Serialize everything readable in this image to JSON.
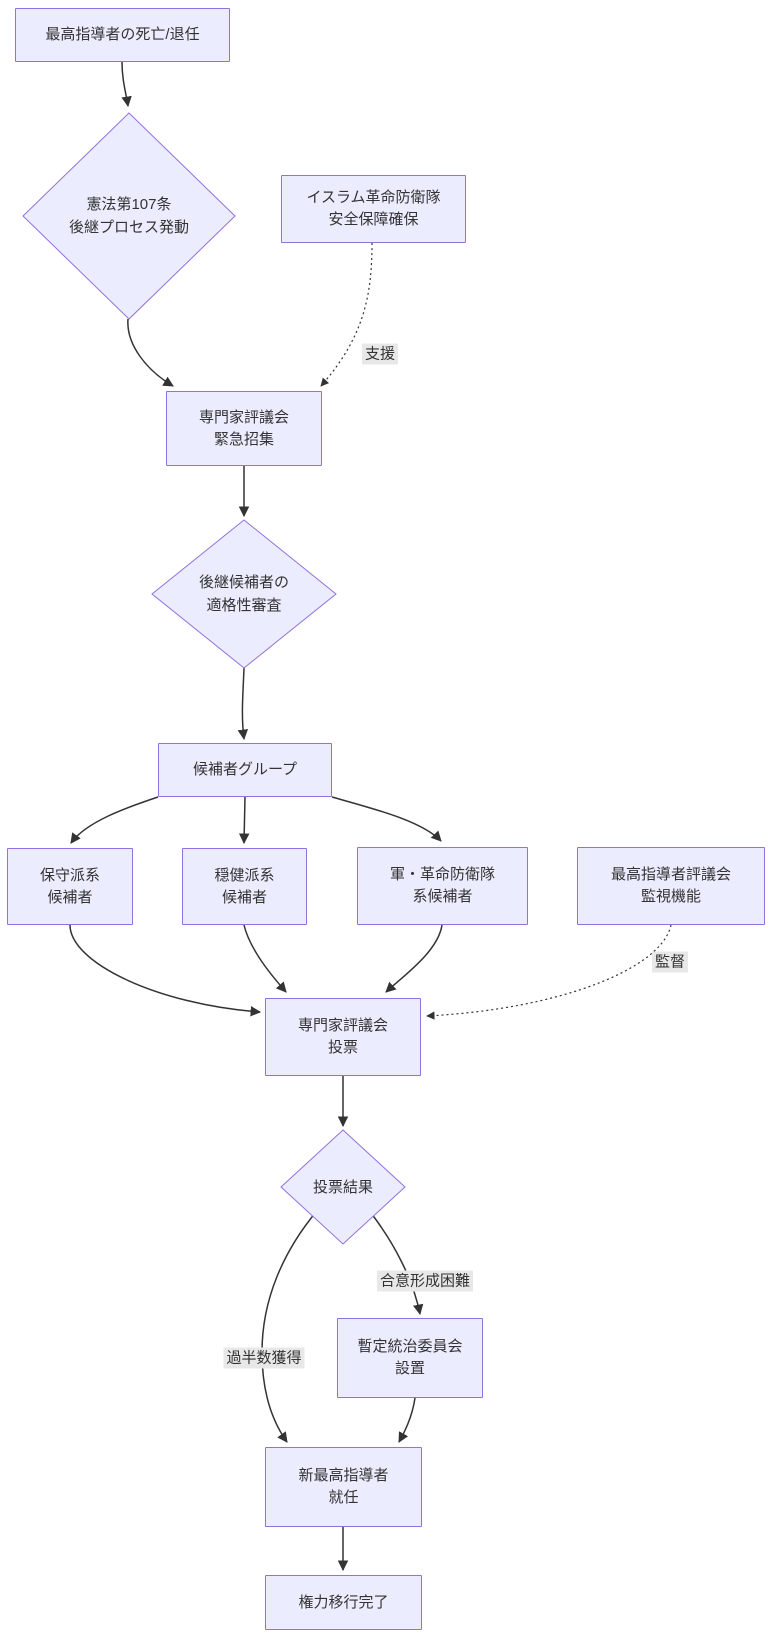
{
  "diagram": {
    "type": "flowchart",
    "direction": "top-down",
    "nodes": {
      "leader_death": {
        "shape": "rect",
        "label": "最高指導者の死亡/退任"
      },
      "article_107": {
        "shape": "diamond",
        "label": "憲法第107条\n後継プロセス発動"
      },
      "irgc_security": {
        "shape": "rect",
        "label": "イスラム革命防衛隊\n安全保障確保"
      },
      "assembly_emergency": {
        "shape": "rect",
        "label": "専門家評議会\n緊急招集"
      },
      "eligibility_review": {
        "shape": "diamond",
        "label": "後継候補者の\n適格性審査"
      },
      "candidate_group": {
        "shape": "rect",
        "label": "候補者グループ"
      },
      "conservative": {
        "shape": "rect",
        "label": "保守派系\n候補者"
      },
      "moderate": {
        "shape": "rect",
        "label": "穏健派系\n候補者"
      },
      "military": {
        "shape": "rect",
        "label": "軍・革命防衛隊\n系候補者"
      },
      "oversight_council": {
        "shape": "rect",
        "label": "最高指導者評議会\n監視機能"
      },
      "assembly_vote": {
        "shape": "rect",
        "label": "専門家評議会\n投票"
      },
      "vote_result": {
        "shape": "diamond",
        "label": "投票結果"
      },
      "interim_committee": {
        "shape": "rect",
        "label": "暫定統治委員会\n設置"
      },
      "new_leader": {
        "shape": "rect",
        "label": "新最高指導者\n就任"
      },
      "transition_complete": {
        "shape": "rect",
        "label": "権力移行完了"
      }
    },
    "edge_labels": {
      "support": "支援",
      "supervise": "監督",
      "majority": "過半数獲得",
      "no_consensus": "合意形成困難"
    },
    "colors": {
      "node_fill": "#ECECFF",
      "node_border": "#9370DB",
      "edge": "#333333",
      "label_bg": "#e8e8e8",
      "text": "#333333",
      "bg": "#ffffff"
    }
  }
}
